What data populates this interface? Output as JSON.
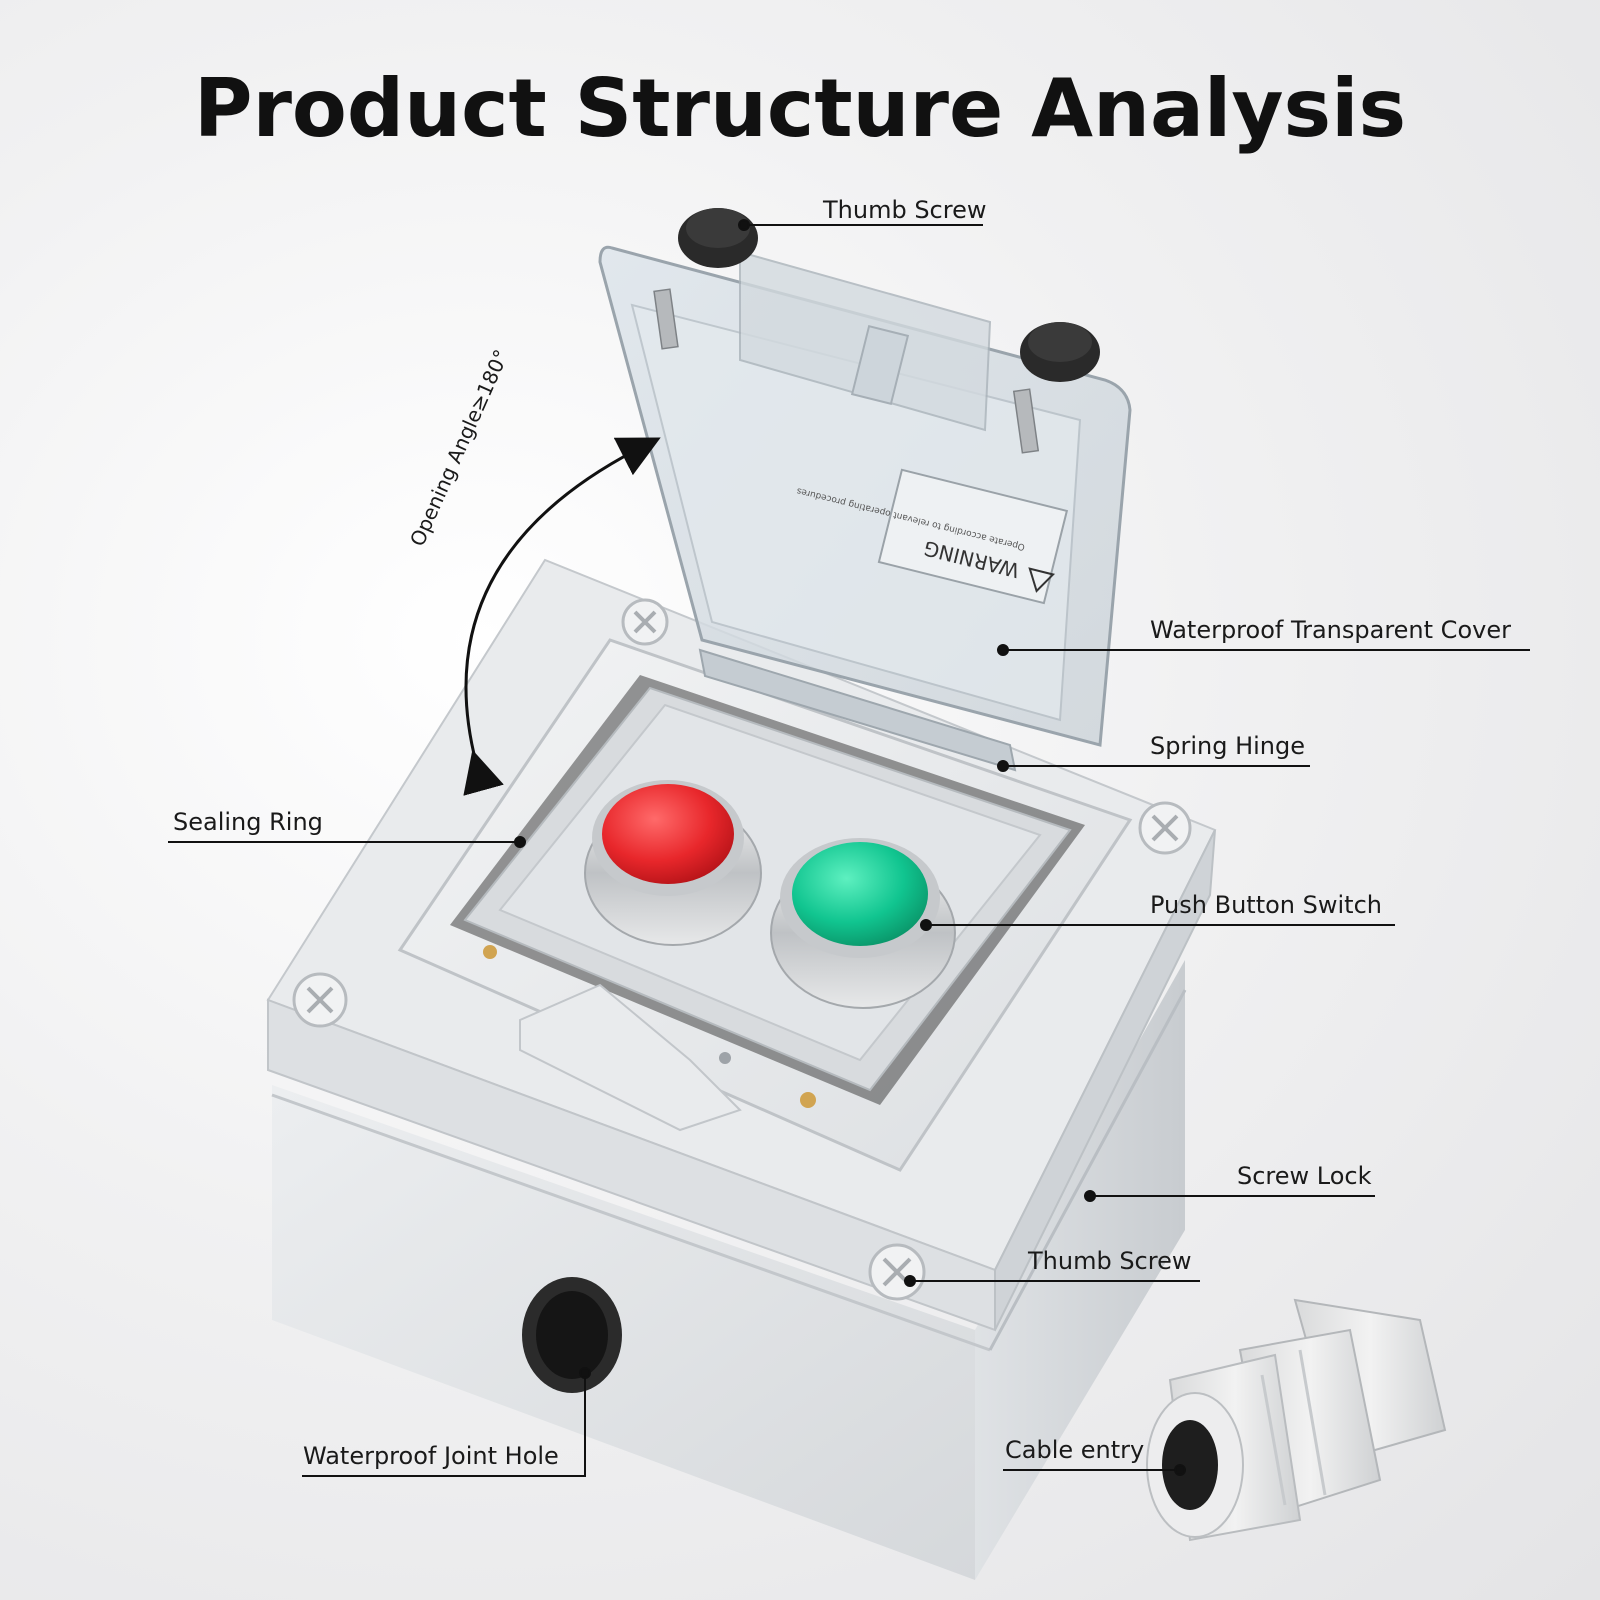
{
  "title": "Product Structure Analysis",
  "opening_angle": "Opening Angle≥180°",
  "warning_label": {
    "heading": "WARNING",
    "text": "Operate according to relevant operating procedures"
  },
  "callouts": {
    "thumb_screw_top": "Thumb Screw",
    "waterproof_cover": "Waterproof Transparent Cover",
    "spring_hinge": "Spring Hinge",
    "sealing_ring": "Sealing Ring",
    "push_button": "Push Button Switch",
    "screw_lock": "Screw Lock",
    "thumb_screw_bottom": "Thumb Screw",
    "joint_hole": "Waterproof Joint Hole",
    "cable_entry": "Cable entry"
  },
  "colors": {
    "red_button": "#e8272b",
    "green_button": "#11c590",
    "housing": "#e4e6e8"
  }
}
